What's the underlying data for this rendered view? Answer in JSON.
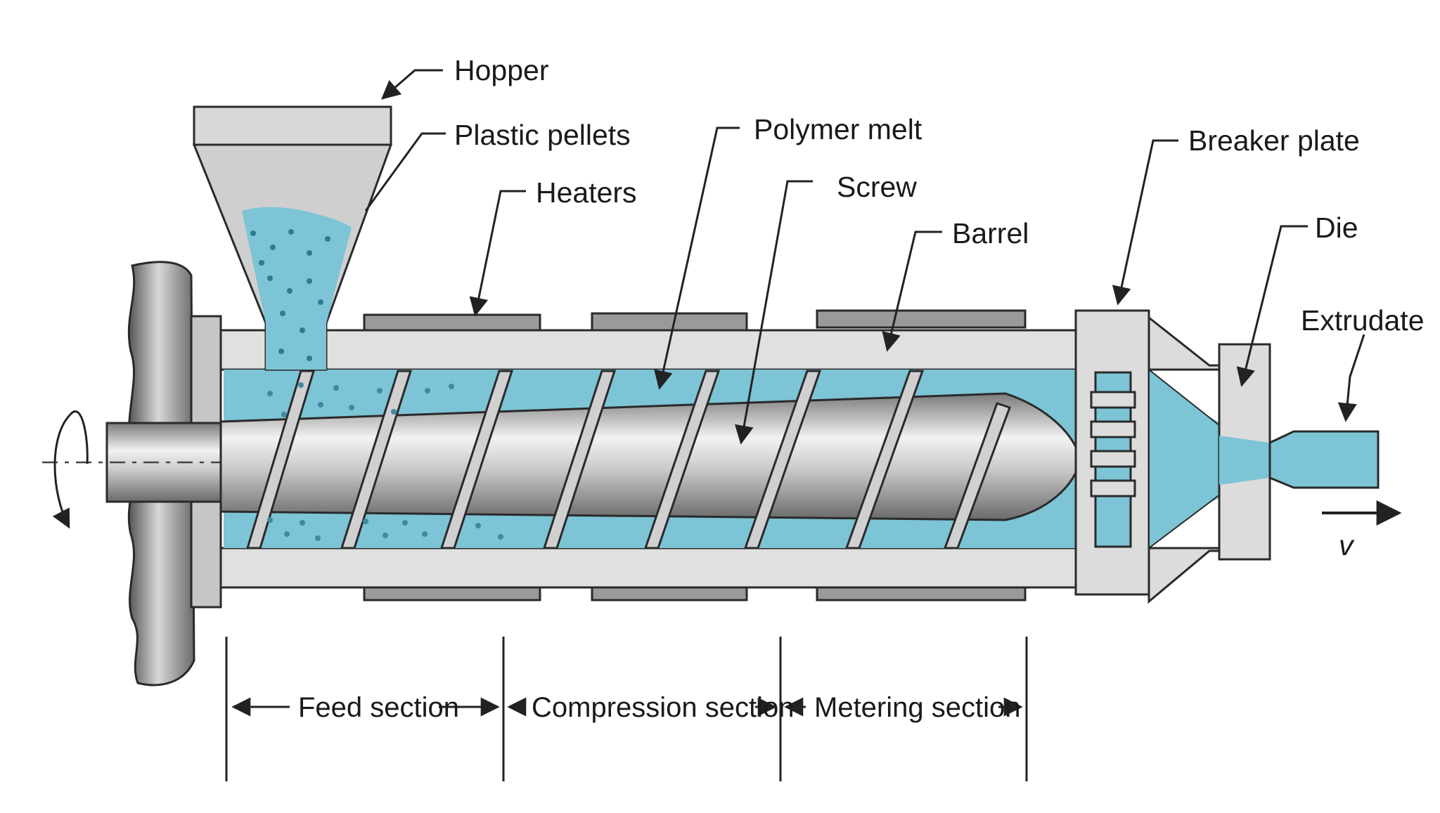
{
  "labels": {
    "hopper": "Hopper",
    "plastic_pellets": "Plastic pellets",
    "heaters": "Heaters",
    "polymer_melt": "Polymer melt",
    "screw": "Screw",
    "barrel": "Barrel",
    "breaker_plate": "Breaker plate",
    "die": "Die",
    "extrudate": "Extrudate",
    "velocity": "v"
  },
  "sections": {
    "feed": "Feed section",
    "compression": "Compression section",
    "metering": "Metering section"
  },
  "colors": {
    "melt": "#7cc4d6",
    "metal_light": "#e2e2e2",
    "metal_mid": "#b4b4b4",
    "metal_dark": "#6e6e6e",
    "outline": "#2a2a2a"
  }
}
